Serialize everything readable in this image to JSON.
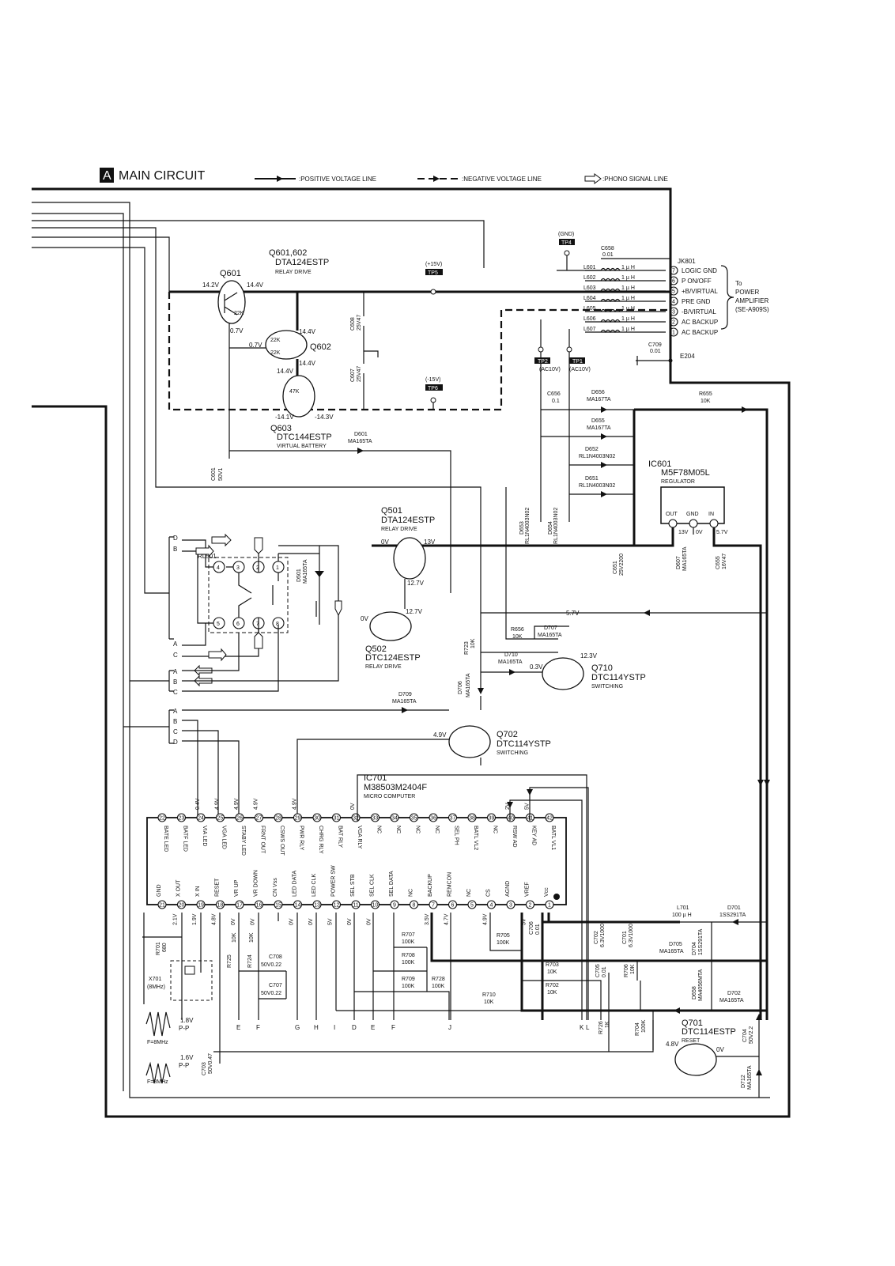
{
  "title": {
    "badge": "A",
    "text": "MAIN CIRCUIT"
  },
  "legend": {
    "positive": ":POSITIVE VOLTAGE LINE",
    "negative": ":NEGATIVE VOLTAGE LINE",
    "phono": ":PHONO SIGNAL LINE"
  },
  "connector": {
    "ref": "JK801",
    "gnd_label": "(GND)",
    "gnd_tp": "TP4",
    "pins": [
      {
        "num": "7",
        "label": "LOGIC GND"
      },
      {
        "num": "6",
        "label": "P ON/OFF"
      },
      {
        "num": "5",
        "label": "+B/VIRTUAL"
      },
      {
        "num": "4",
        "label": "PRE GND"
      },
      {
        "num": "3",
        "label": "-B/VIRTUAL"
      },
      {
        "num": "2",
        "label": "AC BACKUP"
      },
      {
        "num": "1",
        "label": "AC BACKUP"
      }
    ],
    "inductors": [
      "L601",
      "L602",
      "L603",
      "L604",
      "L605",
      "L606",
      "L607"
    ],
    "inductor_value": "1 µ H",
    "dest": [
      "To",
      "POWER",
      "AMPLIFIER",
      "(SE-A909S)"
    ],
    "e204": "E204"
  },
  "relay_drive": {
    "q601": "Q601",
    "q602": "Q602",
    "q603": "Q603",
    "part_a": "Q601,602",
    "type_a": "DTA124ESTP",
    "func_a": "RELAY DRIVE",
    "part_b": "Q603",
    "type_b": "DTC144ESTP",
    "func_b": "VIRTUAL BATTERY",
    "v_142": "14.2V",
    "v_144": "14.4V",
    "v_07": "0.7V",
    "v_141": "-14.1V",
    "v_143": "-14.3V",
    "r22k": "22K",
    "r47k": "47K",
    "c608": [
      "C608",
      "25V47"
    ],
    "c607": [
      "C607",
      "25V47"
    ],
    "c601": [
      "C601",
      "50V1"
    ],
    "tp_p15": "(+15V)",
    "tp5": "TP5",
    "tp_m15": "(-15V)",
    "tp6": "TP6",
    "d601": [
      "D601",
      "MA165TA"
    ]
  },
  "power": {
    "c658": [
      "C658",
      "0.01"
    ],
    "c709": [
      "C709",
      "0.01"
    ],
    "c656": [
      "C656",
      "0.1"
    ],
    "tp2": "TP2",
    "tp1": "TP1",
    "ac10v": "(AC10V)",
    "d656": [
      "D656",
      "MA167TA"
    ],
    "d655": [
      "D655",
      "MA167TA"
    ],
    "d652": [
      "D652",
      "RL1N4003N02"
    ],
    "d651": [
      "D651",
      "RL1N4003N02"
    ],
    "d653": [
      "D653",
      "RL1N4003N02"
    ],
    "d654": [
      "D654",
      "RL1N4003N02"
    ],
    "r655": [
      "R655",
      "10K"
    ],
    "ic601": [
      "IC601",
      "M5F78M05L",
      "REGULATOR"
    ],
    "reg_pins": [
      "OUT",
      "GND",
      "IN"
    ],
    "v13": "13V",
    "v0": "0V",
    "v57": "5.7V",
    "v57b": "5.7V",
    "c651": [
      "C651",
      "25V2200"
    ],
    "d607": [
      "D607",
      "MA165TA"
    ],
    "c655": [
      "C655",
      "16V47"
    ]
  },
  "relay": {
    "rl501": "RL501",
    "pins": [
      "4",
      "3",
      "2",
      "1",
      "5",
      "6",
      "7",
      "8"
    ],
    "letters_top": [
      "D",
      "B"
    ],
    "letters_bot": [
      "A",
      "C"
    ],
    "letters_mid": [
      "A",
      "B",
      "C"
    ],
    "letters_low": [
      "A",
      "B",
      "C",
      "D"
    ],
    "d501": [
      "D501",
      "MA165TA"
    ]
  },
  "switching": {
    "q501": [
      "Q501",
      "DTA124ESTP",
      "RELAY DRIVE"
    ],
    "q502": [
      "Q502",
      "DTC124ESTP",
      "RELAY DRIVE"
    ],
    "q710": [
      "Q710",
      "DTC114YSTP",
      "SWITCHING"
    ],
    "q702": [
      "Q702",
      "DTC114YSTP",
      "SWITCHING"
    ],
    "v0": "0V",
    "v13": "13V",
    "v127": "12.7V",
    "v127b": "12.7V",
    "v03": "0.3V",
    "v123": "12.3V",
    "v49": "4.9V",
    "r656": [
      "R656",
      "10K"
    ],
    "d707": [
      "D707",
      "MA165TA"
    ],
    "d710": [
      "D710",
      "MA165TA"
    ],
    "r723": [
      "R723",
      "10K"
    ],
    "d706": [
      "D706",
      "MA165TA"
    ],
    "d709": [
      "D709",
      "MA165TA"
    ],
    "r10k": "10K",
    "r47k": "47K",
    "r22k": "22K"
  },
  "ic701": {
    "ref": "IC701",
    "part": "M38503M2404F",
    "func": "MICRO COMPUTER",
    "top_pins": [
      {
        "n": "22",
        "l": "BATE LED",
        "v": ""
      },
      {
        "n": "23",
        "l": "BATF LED",
        "v": ""
      },
      {
        "n": "24",
        "l": "VIA LED",
        "v": "0.4V"
      },
      {
        "n": "25",
        "l": "VGA LED",
        "v": "4.9V"
      },
      {
        "n": "26",
        "l": "STABY LED",
        "v": "4.9V"
      },
      {
        "n": "27",
        "l": "FRNT OUT",
        "v": "4.9V"
      },
      {
        "n": "28",
        "l": "CSWS OUT",
        "v": ""
      },
      {
        "n": "29",
        "l": "PWR RLY",
        "v": "4.9V"
      },
      {
        "n": "30",
        "l": "CHRG RLY",
        "v": ""
      },
      {
        "n": "31",
        "l": "BAT RLY",
        "v": ""
      },
      {
        "n": "32",
        "l": "VGA RLY",
        "v": "0V"
      },
      {
        "n": "33",
        "l": "NC",
        "v": ""
      },
      {
        "n": "34",
        "l": "NC",
        "v": ""
      },
      {
        "n": "35",
        "l": "NC",
        "v": ""
      },
      {
        "n": "36",
        "l": "NC",
        "v": ""
      },
      {
        "n": "37",
        "l": "SEL PH",
        "v": ""
      },
      {
        "n": "38",
        "l": "BATL VL2",
        "v": ""
      },
      {
        "n": "39",
        "l": "NC",
        "v": ""
      },
      {
        "n": "40",
        "l": "RSW AD",
        "v": "2V"
      },
      {
        "n": "41",
        "l": "KEY AD",
        "v": "5V"
      },
      {
        "n": "42",
        "l": "BATL VL1",
        "v": ""
      }
    ],
    "bot_pins": [
      {
        "n": "21",
        "l": "GND",
        "v": ""
      },
      {
        "n": "20",
        "l": "X OUT",
        "v": "2.1V"
      },
      {
        "n": "19",
        "l": "X IN",
        "v": "1.9V"
      },
      {
        "n": "18",
        "l": "RESET",
        "v": "4.8V"
      },
      {
        "n": "17",
        "l": "VR UP",
        "v": "0V"
      },
      {
        "n": "16",
        "l": "VR DOWN",
        "v": "0V"
      },
      {
        "n": "15",
        "l": "CN Vss",
        "v": ""
      },
      {
        "n": "14",
        "l": "LED DATA",
        "v": "0V"
      },
      {
        "n": "13",
        "l": "LED CLK",
        "v": "0V"
      },
      {
        "n": "12",
        "l": "POWER SW",
        "v": "5V"
      },
      {
        "n": "11",
        "l": "SEL STB",
        "v": "0V"
      },
      {
        "n": "10",
        "l": "SEL CLK",
        "v": "0V"
      },
      {
        "n": "9",
        "l": "SEL DATA",
        "v": ""
      },
      {
        "n": "8",
        "l": "NC",
        "v": ""
      },
      {
        "n": "7",
        "l": "BACKUP",
        "v": "3.5V"
      },
      {
        "n": "6",
        "l": "REMCON",
        "v": "4.7V"
      },
      {
        "n": "5",
        "l": "NC",
        "v": ""
      },
      {
        "n": "4",
        "l": "CS",
        "v": "4.9V"
      },
      {
        "n": "3",
        "l": "AGND",
        "v": ""
      },
      {
        "n": "2",
        "l": "VREF",
        "v": "5V"
      },
      {
        "n": "1",
        "l": "Vcc",
        "v": ""
      }
    ]
  },
  "bottom": {
    "r701": [
      "R701",
      "680"
    ],
    "x701": [
      "X701",
      "(8MHz)"
    ],
    "wave1": [
      "1.8V",
      "P-P",
      "F=8MHz"
    ],
    "wave2": [
      "1.6V",
      "P-P",
      "F=8MHz"
    ],
    "c703": [
      "C703",
      "50V0.47"
    ],
    "r725": [
      "R725",
      "10K"
    ],
    "r724": [
      "R724",
      "10K"
    ],
    "c708": [
      "C708",
      "50V0.22"
    ],
    "c707": [
      "C707",
      "50V0.22"
    ],
    "r707": [
      "R707",
      "100K"
    ],
    "r708": [
      "R708",
      "100K"
    ],
    "r709": [
      "R709",
      "100K"
    ],
    "r728": [
      "R728",
      "100K"
    ],
    "r710": [
      "R710",
      "10K"
    ],
    "r705": [
      "R705",
      "100K"
    ],
    "c706": [
      "C706",
      "0.01"
    ],
    "c702": [
      "C702",
      "6.3V1000"
    ],
    "c701": [
      "C701",
      "6.3V1000"
    ],
    "l701": [
      "L701",
      "100 µ H"
    ],
    "d701": [
      "D701",
      "1SS291TA"
    ],
    "d705": [
      "D705",
      "MA165TA"
    ],
    "d704": [
      "D704",
      "1SS291TA"
    ],
    "d658": [
      "D658",
      "MA4056MTA"
    ],
    "d702": [
      "D702",
      "MA165TA"
    ],
    "r703": [
      "R703",
      "10K"
    ],
    "r702": [
      "R702",
      "10K"
    ],
    "r706": [
      "R706",
      "10K"
    ],
    "c705": [
      "C705",
      "0.01"
    ],
    "r726": [
      "R726",
      "1K"
    ],
    "r704": [
      "R704",
      "100K"
    ],
    "q701": [
      "Q701",
      "DTC114ESTP",
      "RESET"
    ],
    "v48": "4.8V",
    "v0": "0V",
    "c704": [
      "C704",
      "50V2.2"
    ],
    "d712": [
      "D712",
      "MA165TA"
    ],
    "letters": [
      "E",
      "F",
      "G",
      "H",
      "I",
      "D",
      "E",
      "F",
      "J",
      "K",
      "L"
    ]
  }
}
